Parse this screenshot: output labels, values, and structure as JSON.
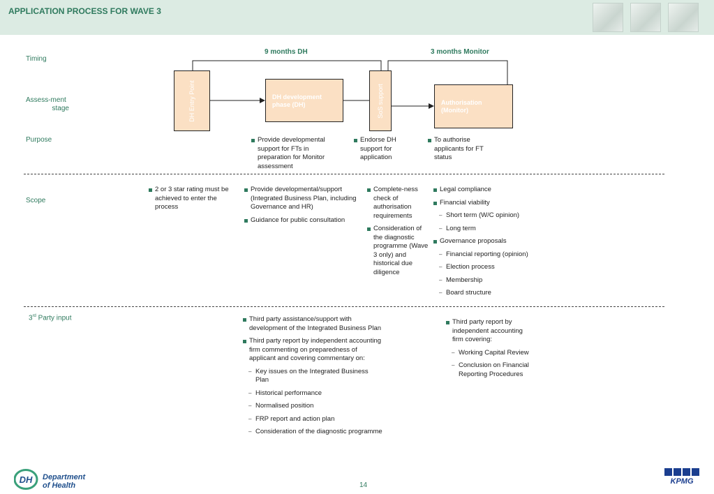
{
  "header": {
    "title": "APPLICATION PROCESS FOR WAVE 3"
  },
  "rows": {
    "timing": "Timing",
    "assessment": "Assess-ment stage",
    "assessment_line1": "Assess-ment",
    "assessment_line2": "stage",
    "purpose": "Purpose",
    "scope": "Scope",
    "third_party_prefix": "3",
    "third_party_sup": "rd",
    "third_party_suffix": " Party input"
  },
  "timing": {
    "dh_phase": "9 months DH",
    "monitor_phase": "3 months Monitor"
  },
  "stages": {
    "entry": "DH Entry Point",
    "development_line1": "DH development",
    "development_line2": "phase (DH)",
    "sos": "SoS support",
    "authorisation_line1": "Authorisation",
    "authorisation_line2": "(Monitor)"
  },
  "purpose": {
    "development": "Provide  developmental support for FTs in preparation for Monitor assessment",
    "sos": "Endorse DH support for application",
    "authorisation": "To authorise applicants for FT status"
  },
  "scope": {
    "entry": [
      "2 or 3 star rating must be achieved to enter the process"
    ],
    "development": [
      "Provide developmental/support (Integrated Business Plan, including Governance and HR)",
      "Guidance for public consultation"
    ],
    "sos": [
      "Complete-ness check of authorisation requirements",
      "Consideration of the diagnostic programme (Wave 3 only) and historical due diligence"
    ],
    "authorisation": {
      "legal": "Legal compliance",
      "financial": "Financial viability",
      "financial_subs": [
        "Short term (W/C opinion)",
        "Long term"
      ],
      "governance": "Governance proposals",
      "governance_subs": [
        "Financial reporting (opinion)",
        "Election process",
        "Membership",
        "Board structure"
      ]
    }
  },
  "third_party": {
    "development": {
      "item1": "Third party assistance/support with development of the Integrated Business Plan",
      "item2": "Third party report by independent accounting firm commenting on preparedness of applicant and covering commentary on:",
      "subs": [
        "Key issues on the Integrated Business Plan",
        "Historical performance",
        "Normalised position",
        "FRP report and action plan",
        "Consideration of the diagnostic programme"
      ]
    },
    "authorisation": {
      "item1": "Third party report by independent accounting firm covering:",
      "subs": [
        "Working Capital Review",
        "Conclusion on Financial Reporting Procedures"
      ]
    }
  },
  "footer": {
    "page_number": "14",
    "dh_line1": "Department",
    "dh_line2": "of Health",
    "dh_mark": "DH",
    "kpmg": "KPMG"
  },
  "colors": {
    "accent_green": "#2f7a5e",
    "box_fill": "#fbe0c4",
    "header_bg": "#dcebe3"
  }
}
